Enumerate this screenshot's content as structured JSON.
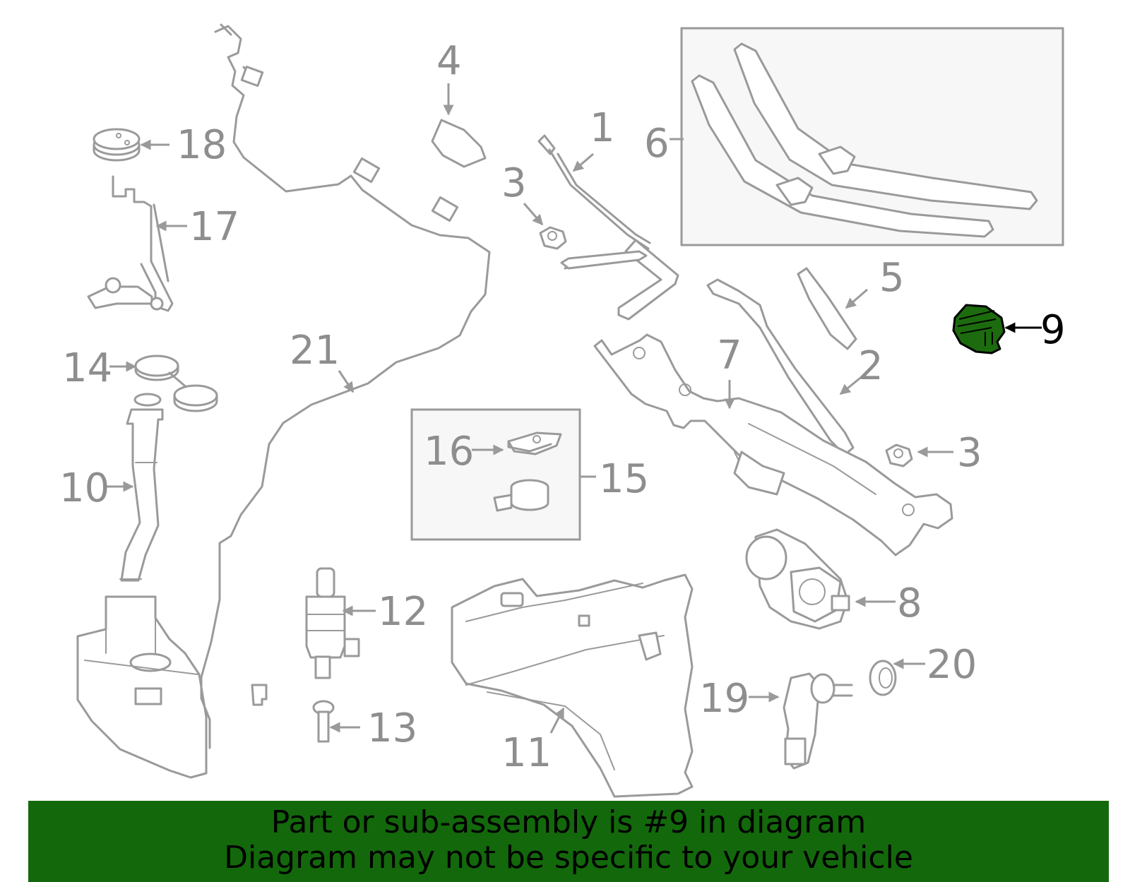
{
  "diagram": {
    "highlight_color": "#1c6b0e",
    "line_color": "#9a9a9a",
    "callouts": {
      "c1": "1",
      "c2": "2",
      "c3a": "3",
      "c3b": "3",
      "c4": "4",
      "c5": "5",
      "c6": "6",
      "c7": "7",
      "c8": "8",
      "c9": "9",
      "c10": "10",
      "c11": "11",
      "c12": "12",
      "c13": "13",
      "c14": "14",
      "c15": "15",
      "c16": "16",
      "c17": "17",
      "c18": "18",
      "c19": "19",
      "c20": "20",
      "c21": "21"
    }
  },
  "banner": {
    "line1": "Part or sub-assembly is #9 in diagram",
    "line2": "Diagram may not be specific to your vehicle",
    "background": "#13680b"
  }
}
